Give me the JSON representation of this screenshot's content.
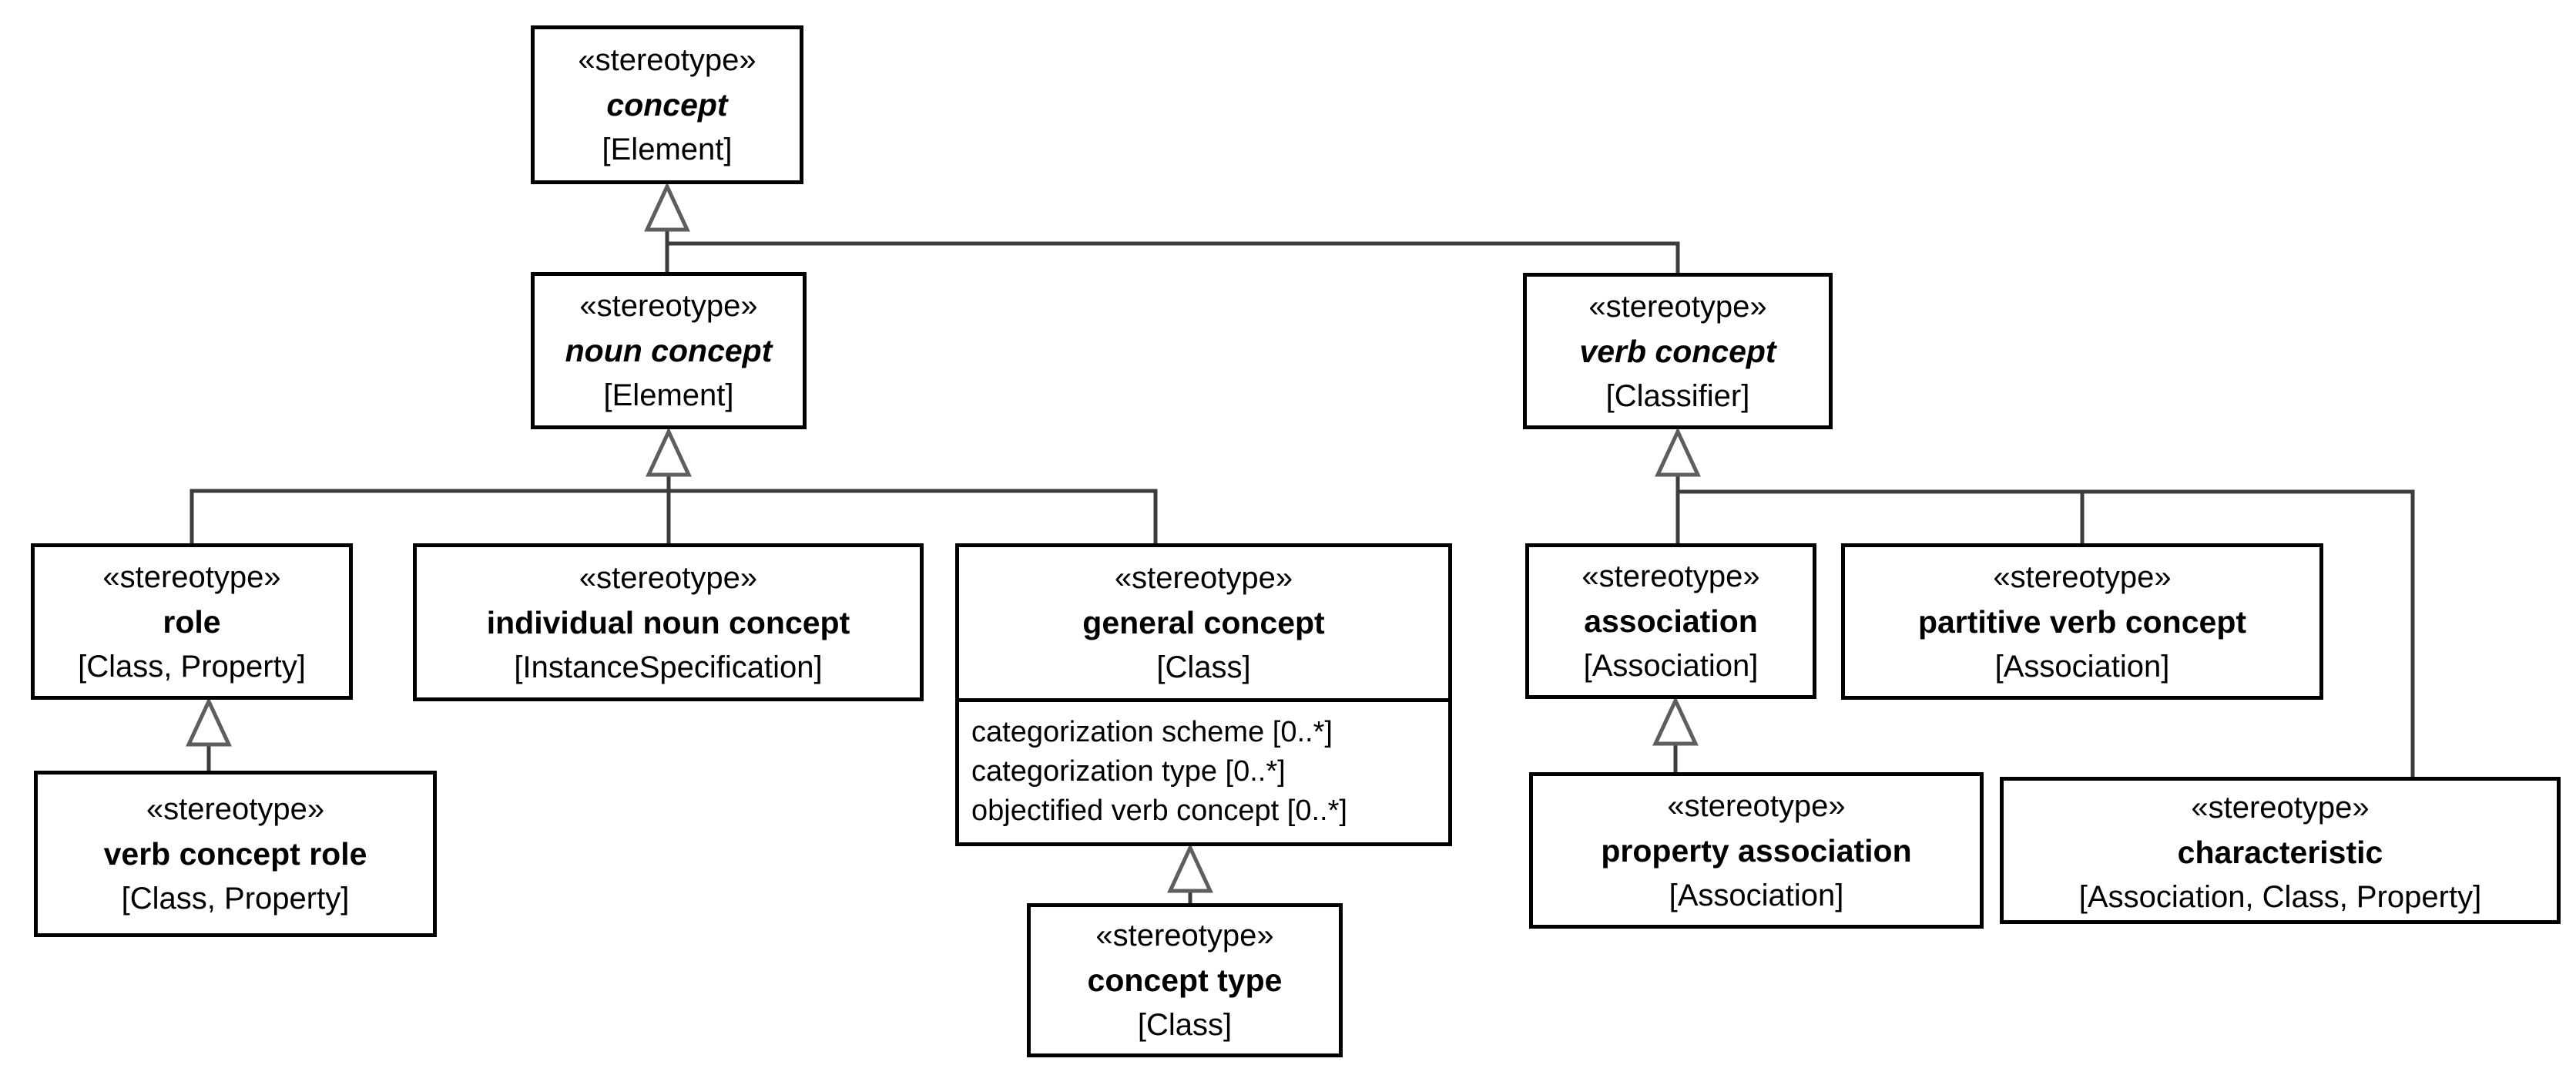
{
  "diagram": {
    "keyword": "«stereotype»",
    "classes": [
      {
        "id": "concept",
        "name": "concept",
        "metaclasses": "[Element]",
        "abstract": true
      },
      {
        "id": "noun-concept",
        "name": "noun concept",
        "metaclasses": "[Element]",
        "abstract": true
      },
      {
        "id": "verb-concept",
        "name": "verb concept",
        "metaclasses": "[Classifier]",
        "abstract": true
      },
      {
        "id": "role",
        "name": "role",
        "metaclasses": "[Class, Property]",
        "abstract": false
      },
      {
        "id": "individual-noun-concept",
        "name": "individual noun concept",
        "metaclasses": "[InstanceSpecification]",
        "abstract": false
      },
      {
        "id": "general-concept",
        "name": "general concept",
        "metaclasses": "[Class]",
        "abstract": false,
        "attributes": [
          "categorization scheme [0..*]",
          "categorization type [0..*]",
          "objectified verb concept [0..*]"
        ]
      },
      {
        "id": "verb-concept-role",
        "name": "verb concept role",
        "metaclasses": "[Class, Property]",
        "abstract": false
      },
      {
        "id": "concept-type",
        "name": "concept type",
        "metaclasses": "[Class]",
        "abstract": false
      },
      {
        "id": "association",
        "name": "association",
        "metaclasses": "[Association]",
        "abstract": false
      },
      {
        "id": "partitive-verb-concept",
        "name": "partitive verb concept",
        "metaclasses": "[Association]",
        "abstract": false
      },
      {
        "id": "property-association",
        "name": "property association",
        "metaclasses": "[Association]",
        "abstract": false
      },
      {
        "id": "characteristic",
        "name": "characteristic",
        "metaclasses": "[Association, Class, Property]",
        "abstract": false
      }
    ],
    "generalizations": [
      {
        "from": "noun concept",
        "to": "concept"
      },
      {
        "from": "verb concept",
        "to": "concept"
      },
      {
        "from": "role",
        "to": "noun concept"
      },
      {
        "from": "individual noun concept",
        "to": "noun concept"
      },
      {
        "from": "general concept",
        "to": "noun concept"
      },
      {
        "from": "verb concept role",
        "to": "role"
      },
      {
        "from": "concept type",
        "to": "general concept"
      },
      {
        "from": "association",
        "to": "verb concept"
      },
      {
        "from": "partitive verb concept",
        "to": "verb concept"
      },
      {
        "from": "characteristic",
        "to": "verb concept"
      },
      {
        "from": "property association",
        "to": "association"
      }
    ]
  },
  "colors": {
    "background": "#ffffff",
    "box_border": "#000000",
    "connector": "#3c3c3c",
    "triangle_stroke": "#5e5e5e",
    "text": "#000000"
  }
}
